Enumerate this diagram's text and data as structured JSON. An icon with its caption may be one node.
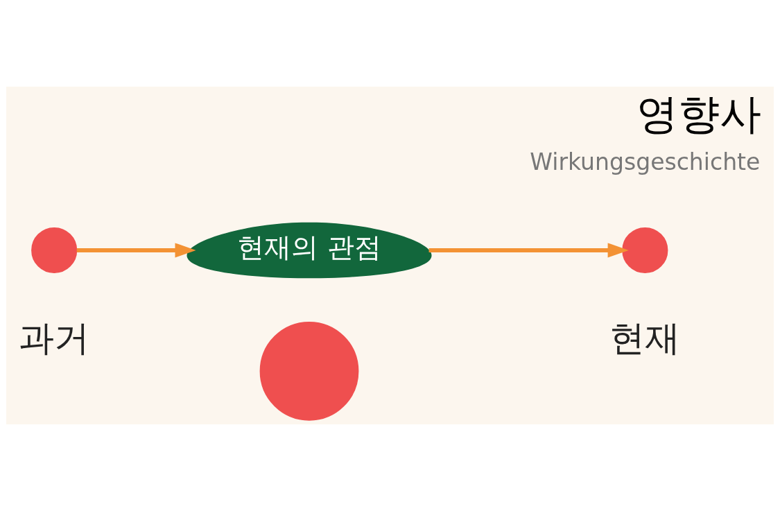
{
  "diagram": {
    "title": "영향사",
    "nodes": [
      {
        "text": [],
        "shape": "circle"
      },
      {
        "text": [
          "현재의 관점"
        ]
      },
      {
        "text": [],
        "shape": "circle"
      },
      {
        "text": [],
        "shape": "circle"
      }
    ],
    "edges": [
      {
        "from": 0,
        "to": 1,
        "arrow": "to"
      },
      {
        "from": 1,
        "to": 3,
        "arrow": "to"
      }
    ],
    "labels": [
      "Wirkungsgeschichte",
      "과거",
      "현재"
    ]
  }
}
